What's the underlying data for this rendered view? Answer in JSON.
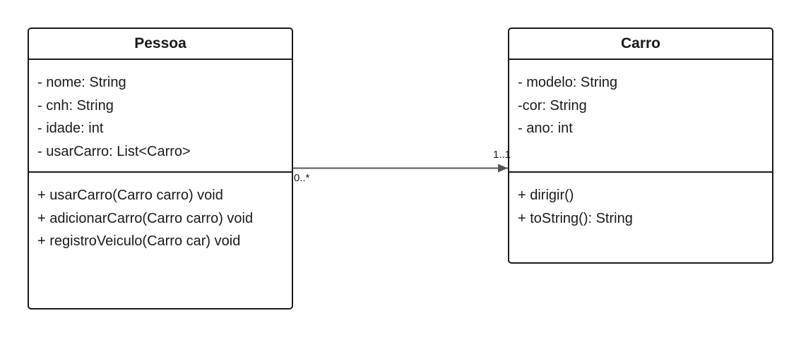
{
  "classes": {
    "pessoa": {
      "name": "Pessoa",
      "attributes": [
        "- nome: String",
        "- cnh: String",
        "- idade: int",
        "- usarCarro: List<Carro>"
      ],
      "methods": [
        "+ usarCarro(Carro carro) void",
        "+ adicionarCarro(Carro carro) void",
        "+ registroVeiculo(Carro car) void"
      ]
    },
    "carro": {
      "name": "Carro",
      "attributes": [
        "- modelo: String",
        "-cor: String",
        "- ano: int"
      ],
      "methods": [
        "+ dirigir()",
        "+ toString(): String"
      ]
    }
  },
  "association": {
    "source_multiplicity": "0..*",
    "target_multiplicity": "1..1"
  },
  "colors": {
    "border": "#1a1a1a",
    "arrow": "#555555",
    "background": "#ffffff"
  }
}
